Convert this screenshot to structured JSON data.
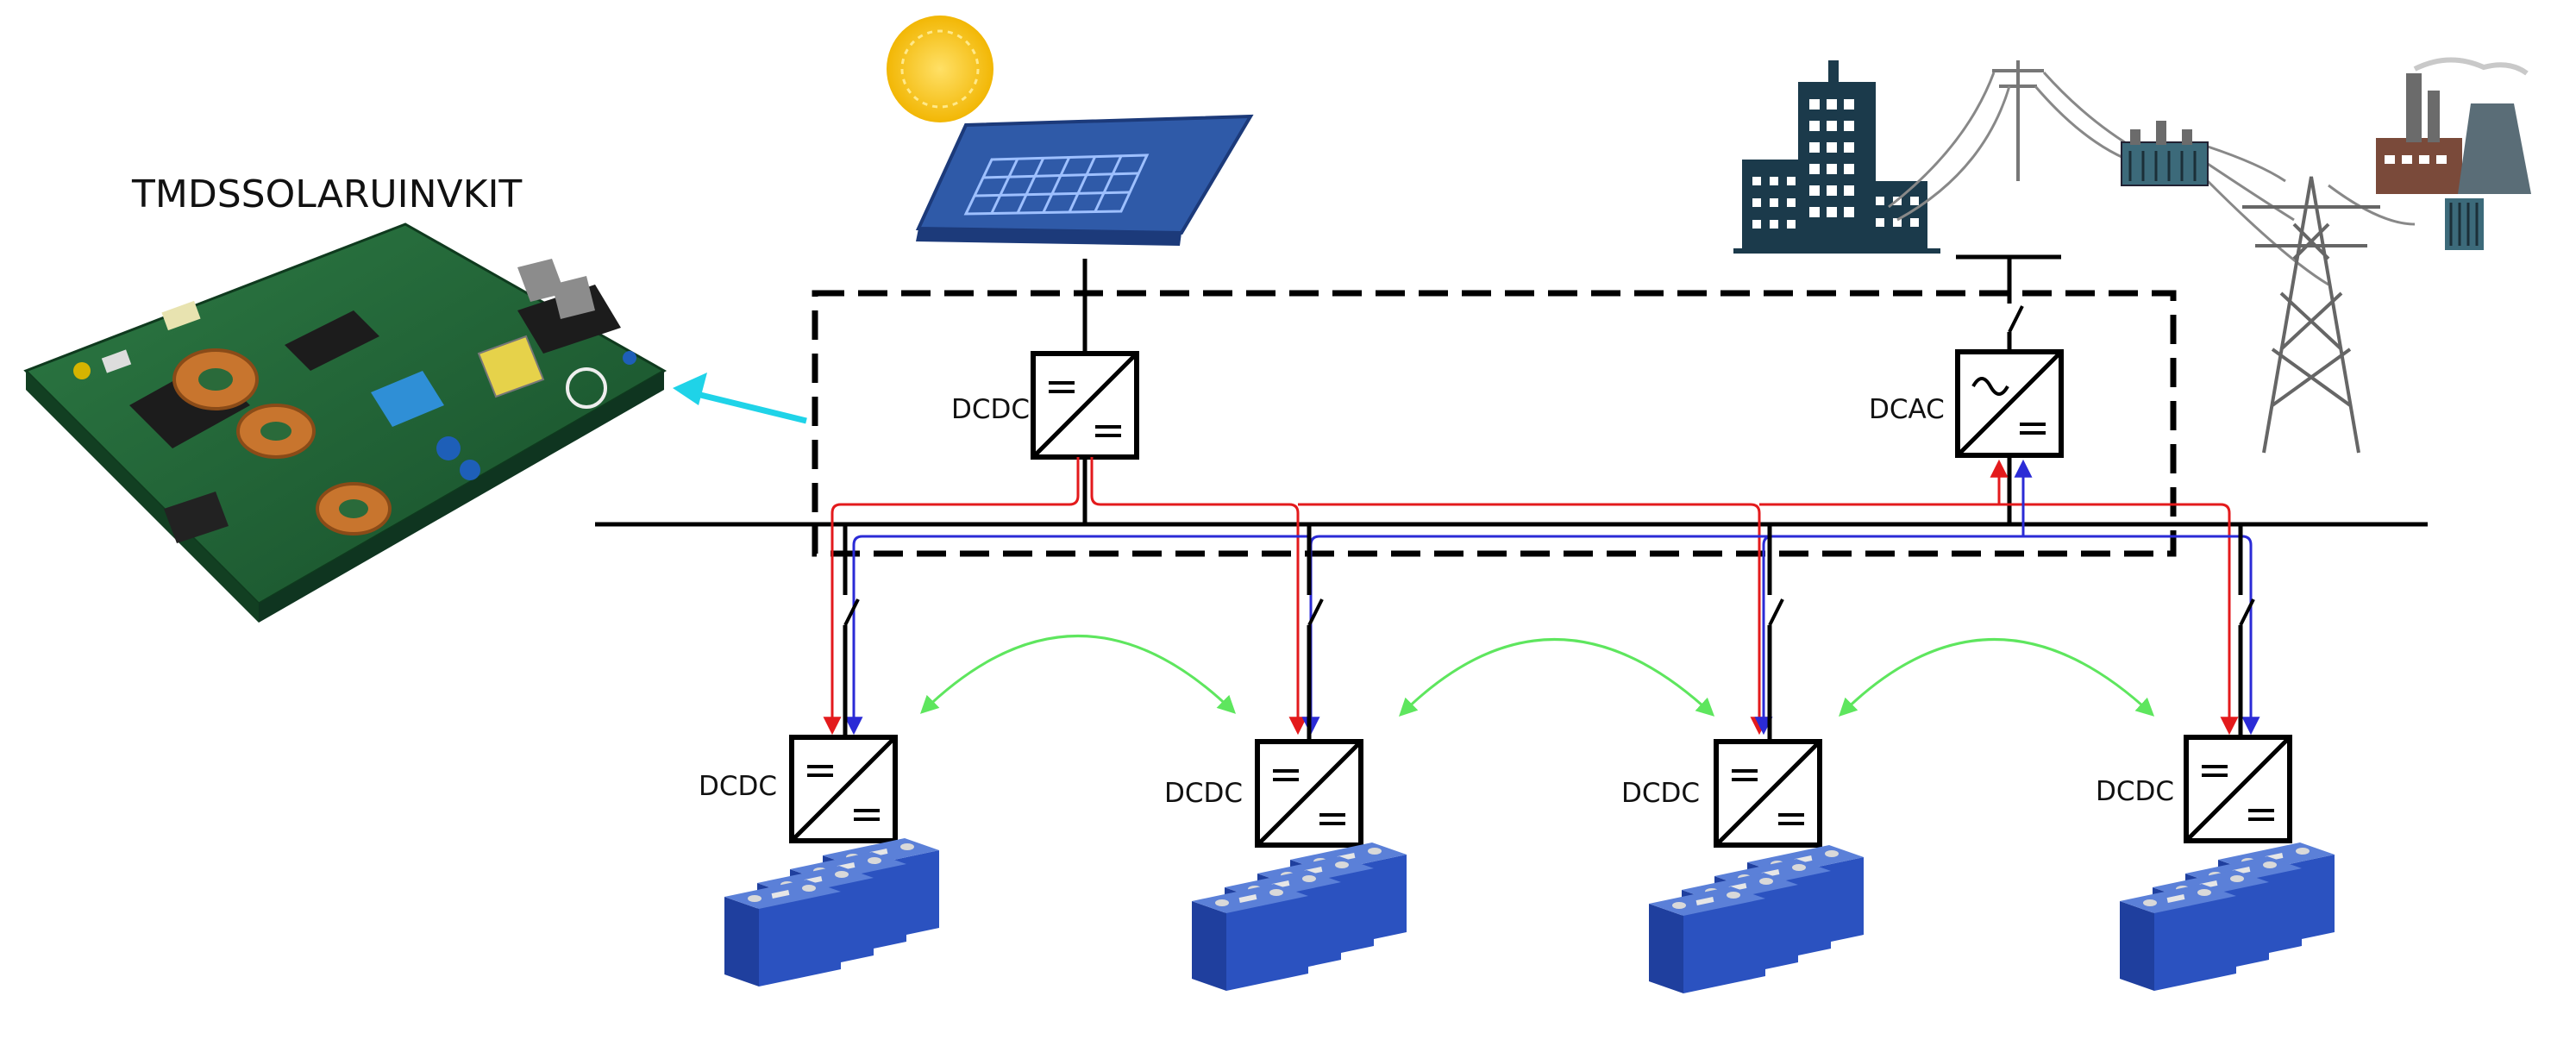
{
  "kit": {
    "title": "TMDSSOLARUINVKIT"
  },
  "converters": {
    "solar": {
      "label": "DCDC"
    },
    "grid": {
      "label": "DCAC"
    },
    "storage": [
      {
        "label": "DCDC"
      },
      {
        "label": "DCDC"
      },
      {
        "label": "DCDC"
      },
      {
        "label": "DCDC"
      }
    ]
  },
  "colors": {
    "bus": "#000000",
    "positive_line": "#e31a1c",
    "negative_line": "#2b2bd6",
    "balancing_arrow": "#5ee65e",
    "board_pointer": "#1fd3e8",
    "pcb": "#1f6b3a",
    "battery": "#2446a8",
    "solar_panel": "#2f5aa8",
    "sun": "#f7c21a",
    "building": "#1b3a4b"
  },
  "icons": [
    "sun-icon",
    "solar-panel-icon",
    "building-icon",
    "power-pole-icon",
    "transformer-icon",
    "transmission-tower-icon",
    "power-plant-icon",
    "pcb-board-icon",
    "battery-pack-icon"
  ]
}
